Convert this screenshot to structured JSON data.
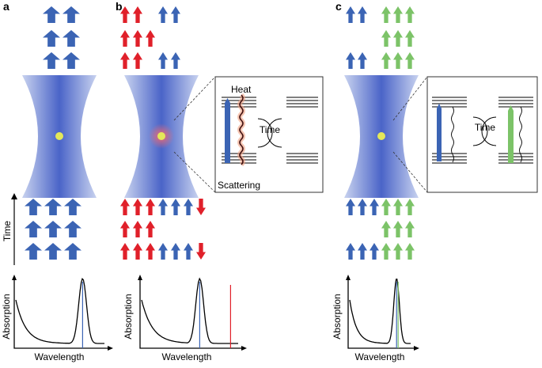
{
  "panels": [
    {
      "id": "a",
      "label": "a",
      "top_rows": [
        [
          "blue",
          "blue"
        ],
        [
          "blue",
          "blue"
        ],
        [
          "blue",
          "blue"
        ]
      ],
      "bottom_rows": [
        [
          "blue",
          "blue",
          "blue"
        ],
        [
          "blue",
          "blue",
          "blue"
        ],
        [
          "blue",
          "blue",
          "blue"
        ]
      ],
      "time_label": "Time",
      "plot": {
        "xlabel": "Wavelength",
        "ylabel": "Absorption",
        "lines": [
          "blue"
        ]
      }
    },
    {
      "id": "b",
      "label": "b",
      "top_rows": [
        [
          "red",
          "red",
          "",
          "blue",
          "blue"
        ],
        [
          "red",
          "red",
          "red",
          "",
          ""
        ],
        [
          "red",
          "red",
          "",
          "blue",
          "blue"
        ]
      ],
      "bottom_rows": [
        [
          "red",
          "red",
          "red",
          "blue",
          "blue",
          "blue",
          "down"
        ],
        [
          "red",
          "red",
          "red",
          "",
          "",
          "",
          ""
        ],
        [
          "red",
          "red",
          "red",
          "blue",
          "blue",
          "blue",
          "down"
        ]
      ],
      "inset": {
        "heat": "Heat",
        "time": "Time",
        "scattering": "Scattering"
      },
      "plot": {
        "xlabel": "Wavelength",
        "ylabel": "Absorption",
        "lines": [
          "blue",
          "red"
        ]
      }
    },
    {
      "id": "c",
      "label": "c",
      "top_rows": [
        [
          "blue",
          "blue",
          "",
          "green",
          "green",
          "green"
        ],
        [
          "",
          "",
          "",
          "green",
          "green",
          "green"
        ],
        [
          "blue",
          "blue",
          "",
          "green",
          "green",
          "green"
        ]
      ],
      "bottom_rows": [
        [
          "blue",
          "blue",
          "blue",
          "green",
          "green",
          "green"
        ],
        [
          "",
          "",
          "",
          "green",
          "green",
          "green"
        ],
        [
          "blue",
          "blue",
          "blue",
          "green",
          "green",
          "green"
        ]
      ],
      "inset": {
        "time": "Time"
      },
      "plot": {
        "xlabel": "Wavelength",
        "ylabel": "Absorption",
        "lines": [
          "blue",
          "green"
        ]
      }
    }
  ],
  "colors": {
    "blue": "#3b64b4",
    "red": "#e0202a",
    "green": "#7cc368",
    "yellow": "#e4e85a",
    "glow": "#f05050"
  }
}
